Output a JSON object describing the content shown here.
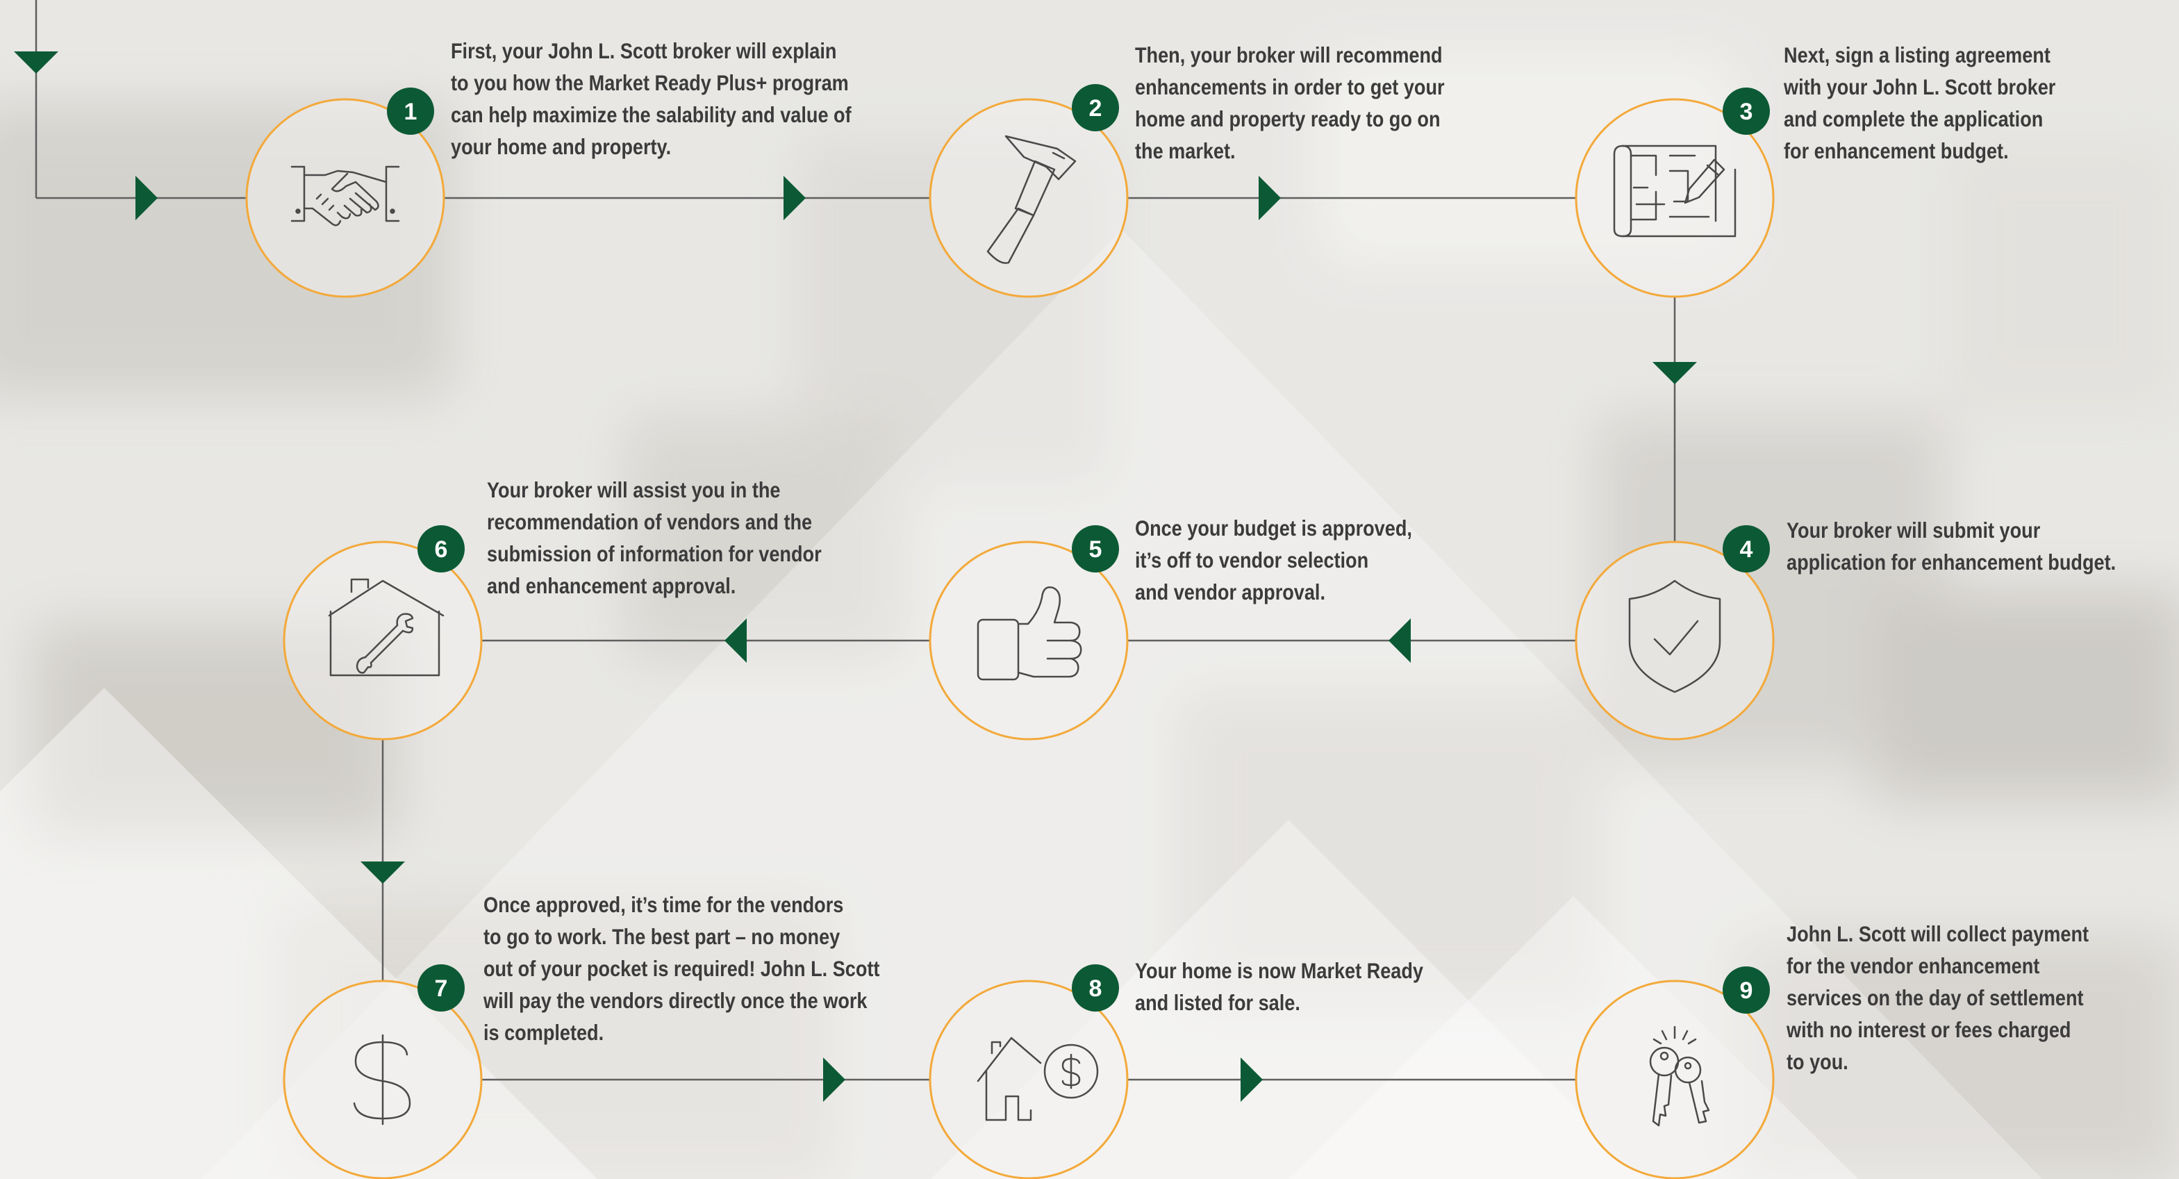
{
  "colors": {
    "accent_green": "#0c5a35",
    "ring_orange": "#f3a93a",
    "line_gray": "#5f5f5f",
    "text": "#3b3b3b",
    "icon_stroke": "#4a4a4a"
  },
  "steps": [
    {
      "number": "1",
      "icon": "handshake-icon",
      "text": "First, your John L. Scott broker will explain\nto you how the Market Ready Plus+ program\ncan help maximize the salability and value of\nyour home and property."
    },
    {
      "number": "2",
      "icon": "hammer-icon",
      "text": "Then, your broker will recommend\nenhancements in order to get your\nhome and property ready to go on\nthe market."
    },
    {
      "number": "3",
      "icon": "blueprint-pencil-icon",
      "text": "Next, sign a listing agreement\nwith your John L. Scott broker\nand complete the application\nfor enhancement budget."
    },
    {
      "number": "4",
      "icon": "shield-check-icon",
      "text": "Your broker will submit your\napplication for enhancement budget."
    },
    {
      "number": "5",
      "icon": "thumbs-up-icon",
      "text": "Once your budget is approved,\nit’s off to vendor selection\nand vendor approval."
    },
    {
      "number": "6",
      "icon": "house-wrench-icon",
      "text": "Your broker will assist you in the\nrecommendation of vendors and the\nsubmission of information for vendor\nand enhancement approval."
    },
    {
      "number": "7",
      "icon": "dollar-sign-icon",
      "text": "Once approved, it’s time for the vendors\nto go to work. The best part – no money\nout of your pocket is required! John L. Scott\nwill pay the vendors directly once the work\nis completed."
    },
    {
      "number": "8",
      "icon": "house-dollar-icon",
      "text": "Your home is now Market Ready\nand listed for sale."
    },
    {
      "number": "9",
      "icon": "keys-icon",
      "text": "John L. Scott will collect payment\nfor the vendor enhancement\nservices on the day of settlement\nwith no interest or fees charged\nto you."
    }
  ]
}
